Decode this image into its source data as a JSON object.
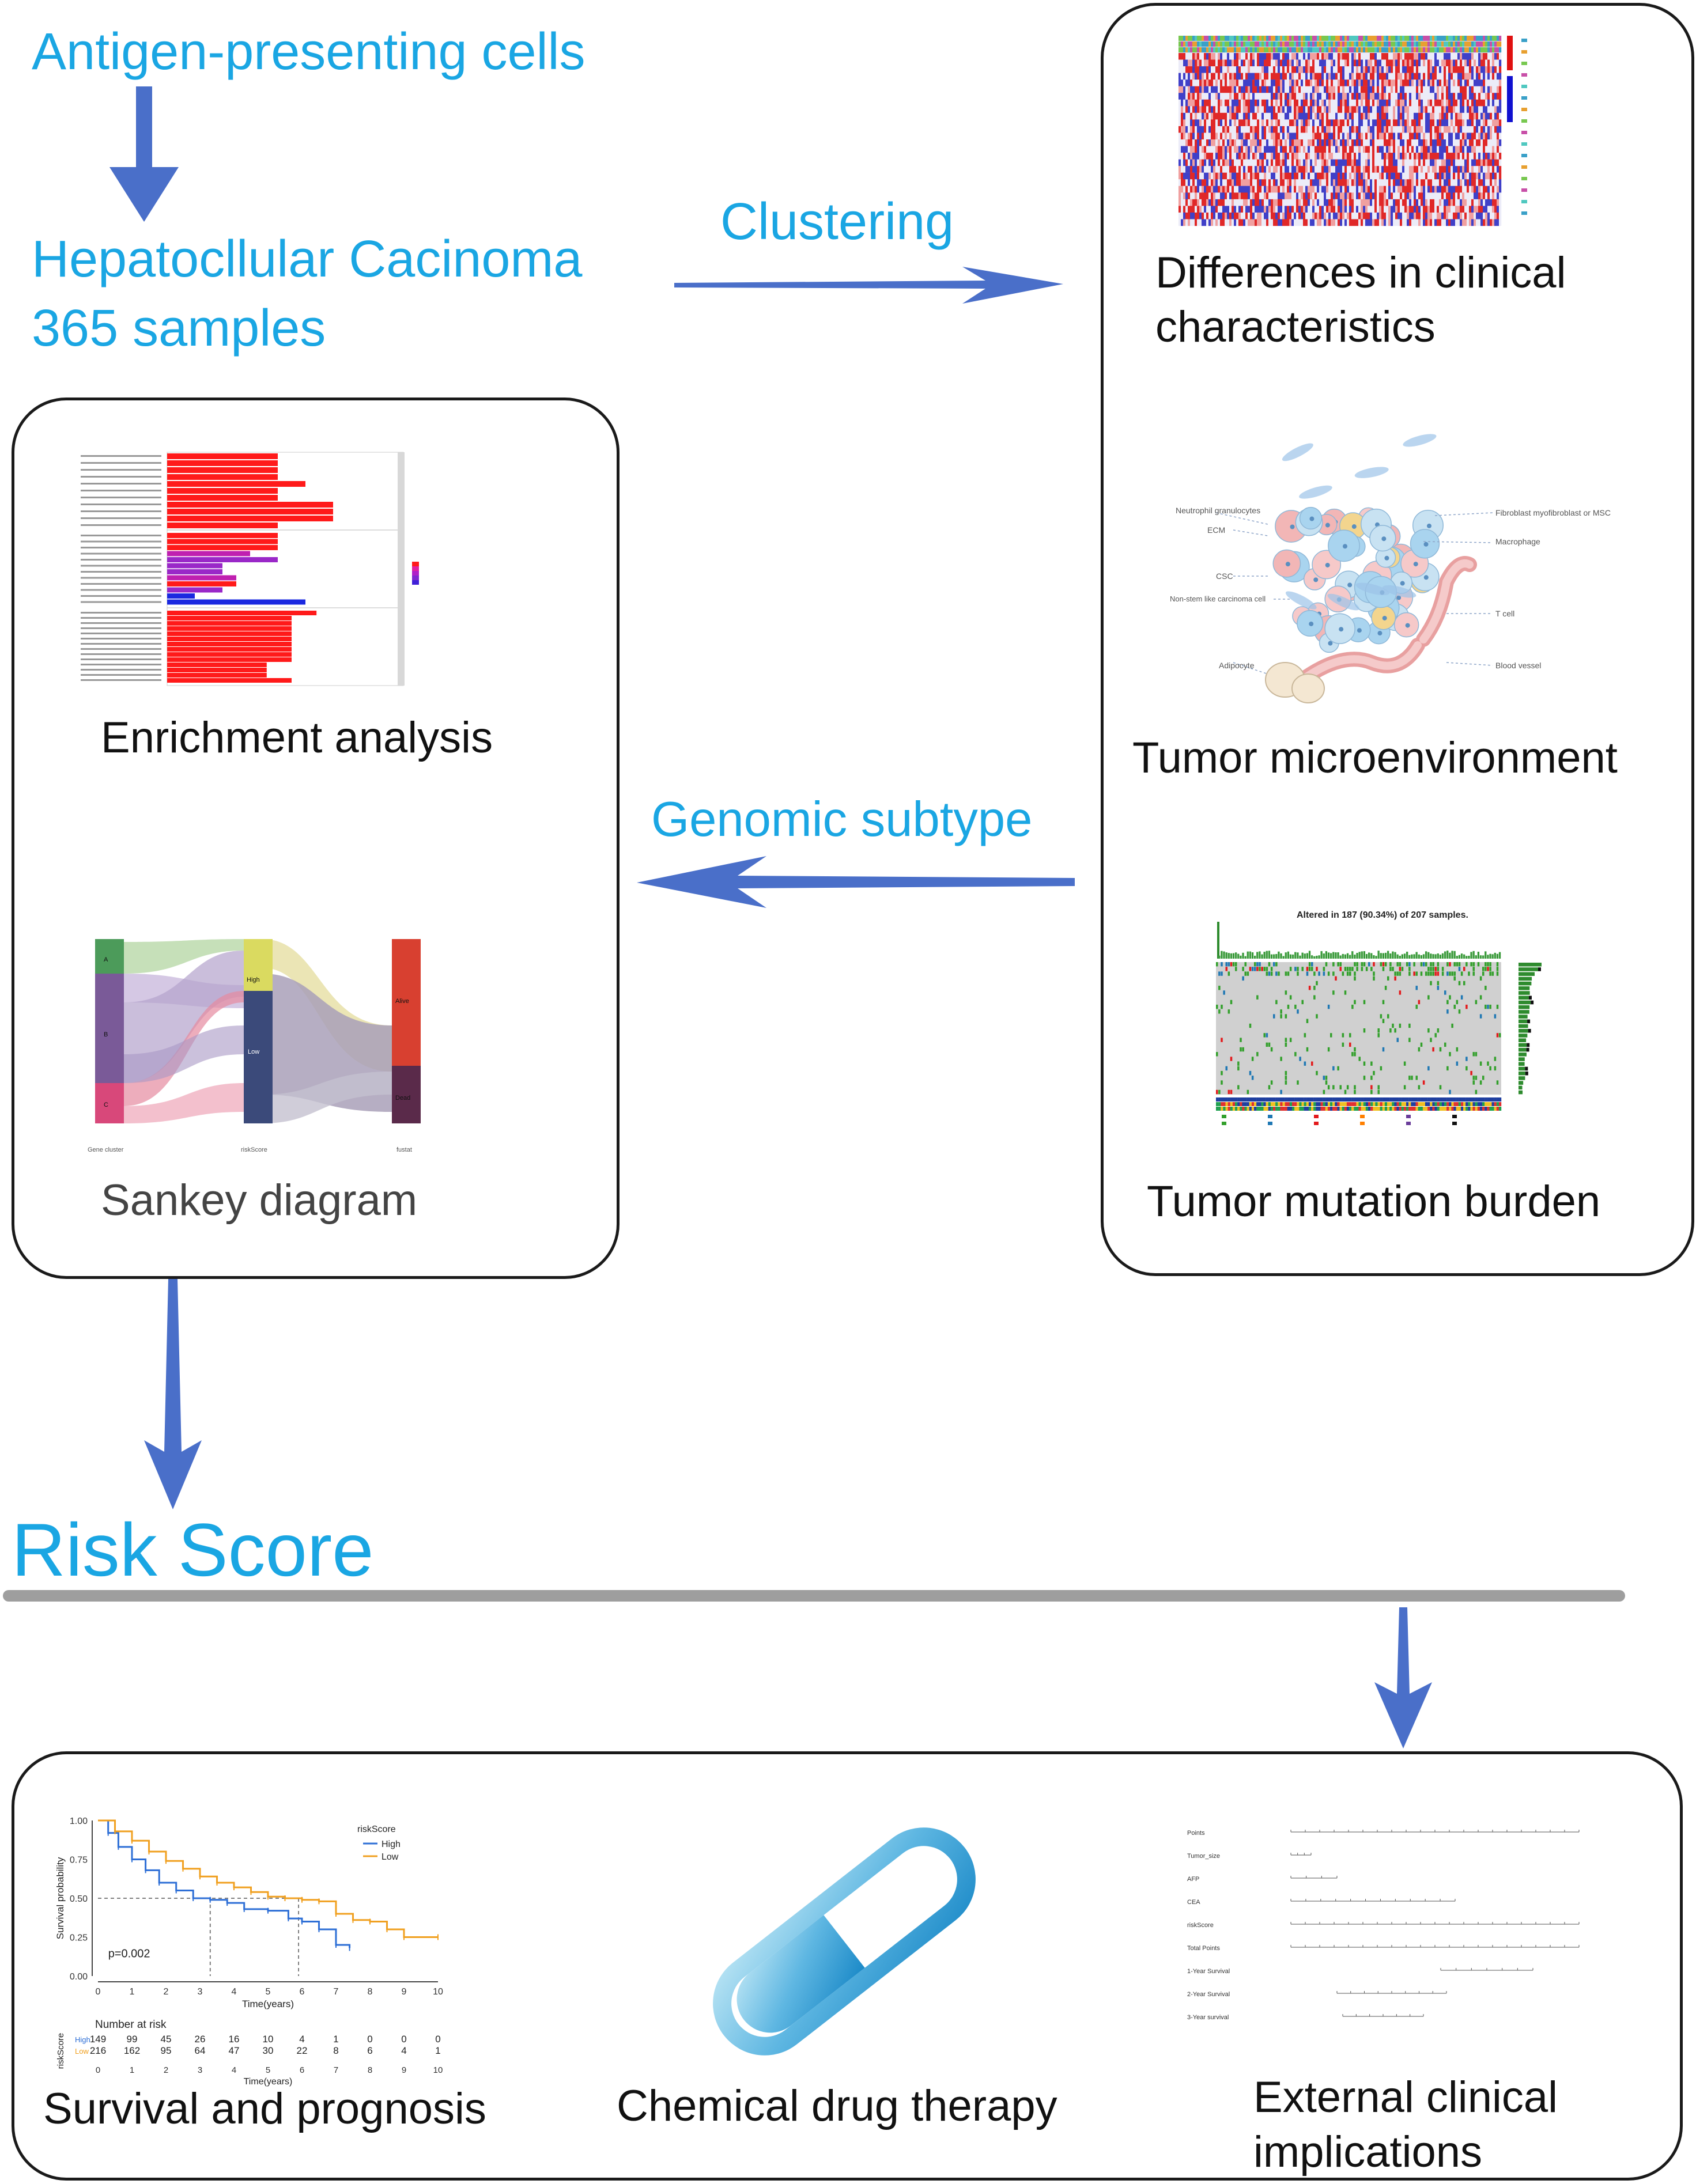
{
  "flow": {
    "step1": "Antigen-presenting cells",
    "step2_line1": "Hepatocllular Cacinoma",
    "step2_line2": "365 samples",
    "arrow_clustering": "Clustering",
    "arrow_genomic": "Genomic subtype",
    "risk_score": "Risk Score"
  },
  "right_panel": {
    "heatmap_caption_line1": "Differences in clinical",
    "heatmap_caption_line2": "characteristics",
    "tme_caption": "Tumor microenvironment",
    "tme_labels": {
      "neutrophil": "Neutrophil granulocytes",
      "ecm": "ECM",
      "csc": "CSC",
      "non_stem": "Non-stem like carcinoma cell",
      "adipocyte": "Adipocyte",
      "fibroblast": "Fibroblast myofibroblast or MSC",
      "macrophage": "Macrophage",
      "tcell": "T cell",
      "blood": "Blood vessel"
    },
    "tmb_caption": "Tumor mutation burden",
    "tmb_title": "Altered in 187 (90.34%) of 207 samples."
  },
  "left_panel": {
    "enrichment_caption": "Enrichment analysis",
    "sankey_caption": "Sankey diagram",
    "sankey_axis": {
      "left": "Gene cluster",
      "mid": "riskScore",
      "right": "fustat"
    },
    "sankey_nodes": {
      "a": "A",
      "b": "B",
      "c": "C",
      "high": "High",
      "low": "Low",
      "alive": "Alive",
      "dead": "Dead"
    }
  },
  "bottom_panel": {
    "survival_caption": "Survival and prognosis",
    "drug_caption": "Chemical drug therapy",
    "external_caption_line1": "External clinical",
    "external_caption_line2": "implications"
  },
  "chart_data": {
    "type": "line",
    "title": "",
    "xlabel": "Time(years)",
    "ylabel": "Survival probability",
    "xlim": [
      0,
      10
    ],
    "ylim": [
      0,
      1
    ],
    "x_ticks": [
      "0",
      "1",
      "2",
      "3",
      "4",
      "5",
      "6",
      "7",
      "8",
      "9",
      "10"
    ],
    "y_ticks": [
      "0.00",
      "0.25",
      "0.50",
      "0.75",
      "1.00"
    ],
    "legend_title": "riskScore",
    "pvalue": "p=0.002",
    "series": [
      {
        "name": "High",
        "color": "#2e6fd6",
        "x": [
          0,
          0.3,
          0.6,
          1.0,
          1.4,
          1.8,
          2.3,
          2.8,
          3.3,
          3.8,
          4.3,
          5.0,
          5.6,
          6.0,
          6.5,
          7.0,
          7.4
        ],
        "y": [
          1.0,
          0.92,
          0.83,
          0.75,
          0.68,
          0.6,
          0.55,
          0.5,
          0.49,
          0.47,
          0.43,
          0.42,
          0.37,
          0.35,
          0.3,
          0.2,
          0.18
        ]
      },
      {
        "name": "Low",
        "color": "#f0a020",
        "x": [
          0,
          0.5,
          1.0,
          1.5,
          2.0,
          2.5,
          3.0,
          3.5,
          4.0,
          4.5,
          5.0,
          5.5,
          6.0,
          6.5,
          7.0,
          7.5,
          8.0,
          8.5,
          9.0,
          10.0
        ],
        "y": [
          1.0,
          0.93,
          0.87,
          0.8,
          0.74,
          0.69,
          0.64,
          0.6,
          0.57,
          0.54,
          0.51,
          0.5,
          0.49,
          0.48,
          0.4,
          0.36,
          0.35,
          0.3,
          0.25,
          0.25
        ]
      }
    ],
    "risk_table": {
      "title": "Number at risk",
      "row_label": "riskScore",
      "rows": [
        {
          "name": "High",
          "values": [
            "149",
            "99",
            "45",
            "26",
            "16",
            "10",
            "4",
            "1",
            "0",
            "0",
            "0"
          ]
        },
        {
          "name": "Low",
          "values": [
            "216",
            "162",
            "95",
            "64",
            "47",
            "30",
            "22",
            "8",
            "6",
            "4",
            "1"
          ]
        }
      ],
      "x_ticks": [
        "0",
        "1",
        "2",
        "3",
        "4",
        "5",
        "6",
        "7",
        "8",
        "9",
        "10"
      ],
      "xlabel": "Time(years)"
    }
  },
  "nomogram": {
    "rows": [
      "Points",
      "Tumor_size",
      "AFP",
      "CEA",
      "riskScore",
      "Total Points",
      "1-Year Survival",
      "2-Year Survival",
      "3-Year survival"
    ]
  },
  "colors": {
    "flow_text": "#1aa6e3",
    "arrow": "#4a6fc9",
    "separator": "#9e9e9e",
    "bar_red": "#ff1a1a",
    "bar_purple": "#9a28c8",
    "bar_blue": "#1a28e0"
  }
}
